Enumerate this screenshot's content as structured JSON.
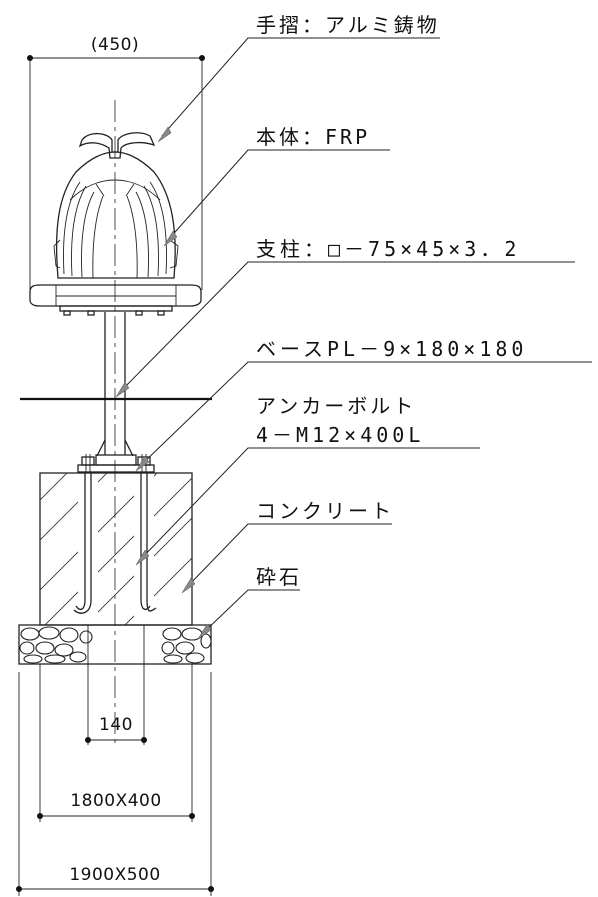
{
  "labels": {
    "handrail": "手摺：アルミ鋳物",
    "body": "本体：FRP",
    "post": "支柱：□－75×45×3．2",
    "base_plate": "ベースPL－9×180×180",
    "anchor_bolt_line1": "アンカーボルト",
    "anchor_bolt_line2": "4－M12×400L",
    "concrete": "コンクリート",
    "gravel": "砕石"
  },
  "dimensions": {
    "seat_width": "(450)",
    "anchor_spacing": "140",
    "concrete_size": "1800X400",
    "gravel_size": "1900X500"
  },
  "colors": {
    "line": "#222222",
    "leader_arrow": "#888888"
  }
}
